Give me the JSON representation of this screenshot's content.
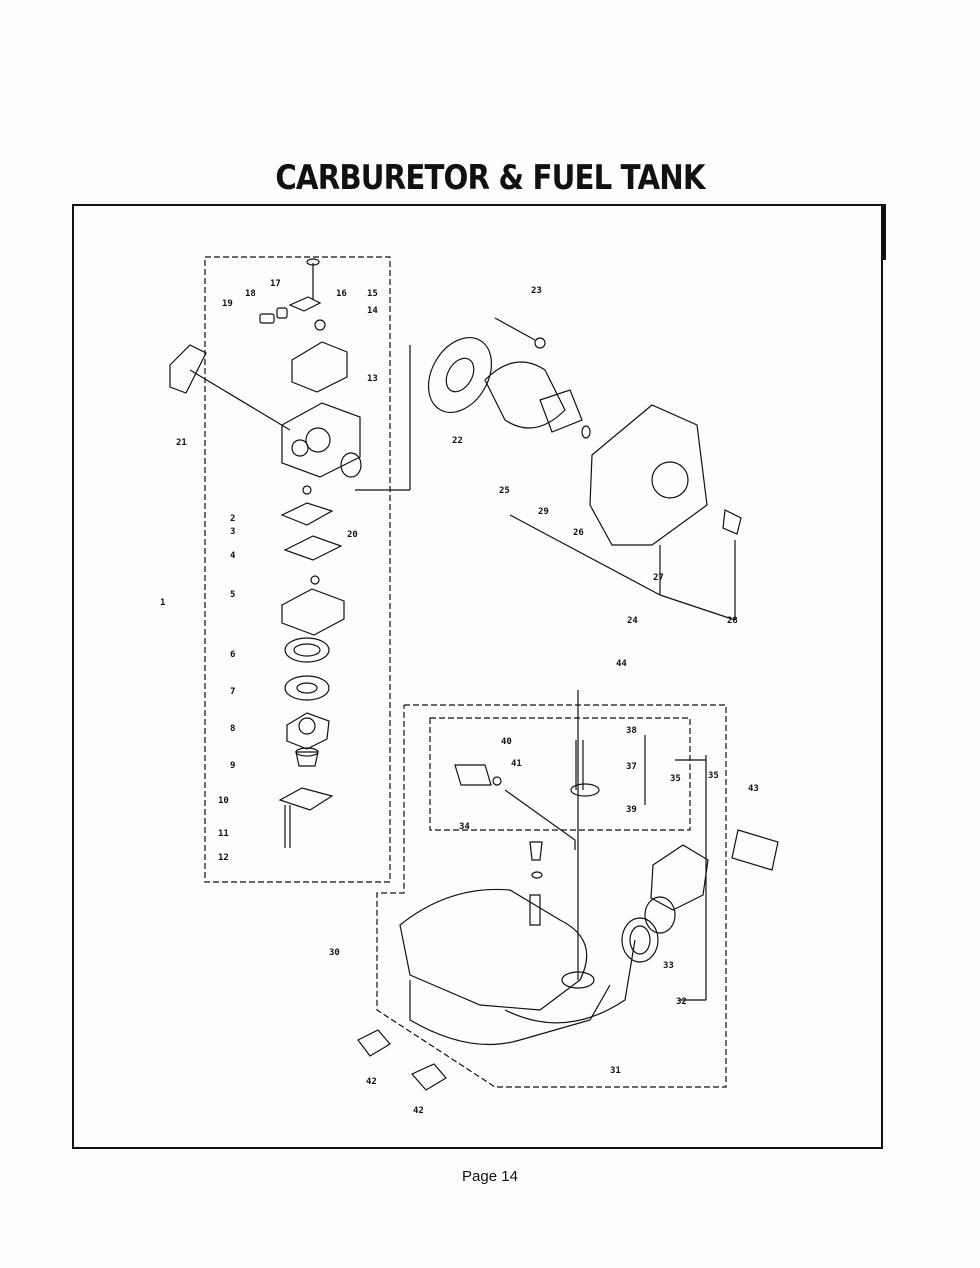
{
  "title": "CARBURETOR & FUEL TANK",
  "footer": "Page 14",
  "diagram": {
    "parts": [
      {
        "id": "carb-callout-1",
        "text": "1"
      },
      {
        "id": "part-2",
        "text": "2"
      },
      {
        "id": "part-3",
        "text": "3"
      },
      {
        "id": "part-4",
        "text": "4"
      },
      {
        "id": "part-5",
        "text": "5"
      },
      {
        "id": "part-6",
        "text": "6"
      },
      {
        "id": "part-7",
        "text": "7"
      },
      {
        "id": "part-8",
        "text": "8"
      },
      {
        "id": "part-9",
        "text": "9"
      },
      {
        "id": "part-10",
        "text": "10"
      },
      {
        "id": "part-11",
        "text": "11"
      },
      {
        "id": "part-12",
        "text": "12"
      },
      {
        "id": "part-13",
        "text": "13"
      },
      {
        "id": "part-14",
        "text": "14"
      },
      {
        "id": "part-15",
        "text": "15"
      },
      {
        "id": "part-16",
        "text": "16"
      },
      {
        "id": "part-17",
        "text": "17"
      },
      {
        "id": "part-18",
        "text": "18"
      },
      {
        "id": "part-19",
        "text": "19"
      },
      {
        "id": "part-20",
        "text": "20"
      },
      {
        "id": "part-21",
        "text": "21"
      },
      {
        "id": "part-22",
        "text": "22"
      },
      {
        "id": "part-23",
        "text": "23"
      },
      {
        "id": "part-24",
        "text": "24"
      },
      {
        "id": "part-25",
        "text": "25"
      },
      {
        "id": "part-26",
        "text": "26"
      },
      {
        "id": "part-27",
        "text": "27"
      },
      {
        "id": "part-28",
        "text": "28"
      },
      {
        "id": "part-29",
        "text": "29"
      },
      {
        "id": "part-30",
        "text": "30"
      },
      {
        "id": "part-31",
        "text": "31"
      },
      {
        "id": "part-32",
        "text": "32"
      },
      {
        "id": "part-33",
        "text": "33"
      },
      {
        "id": "part-34",
        "text": "34"
      },
      {
        "id": "part-35a",
        "text": "35"
      },
      {
        "id": "part-35b",
        "text": "35"
      },
      {
        "id": "part-37",
        "text": "37"
      },
      {
        "id": "part-38",
        "text": "38"
      },
      {
        "id": "part-39",
        "text": "39"
      },
      {
        "id": "part-40",
        "text": "40"
      },
      {
        "id": "part-41",
        "text": "41"
      },
      {
        "id": "part-42a",
        "text": "42"
      },
      {
        "id": "part-42b",
        "text": "42"
      },
      {
        "id": "part-43",
        "text": "43"
      },
      {
        "id": "part-44",
        "text": "44"
      }
    ]
  }
}
